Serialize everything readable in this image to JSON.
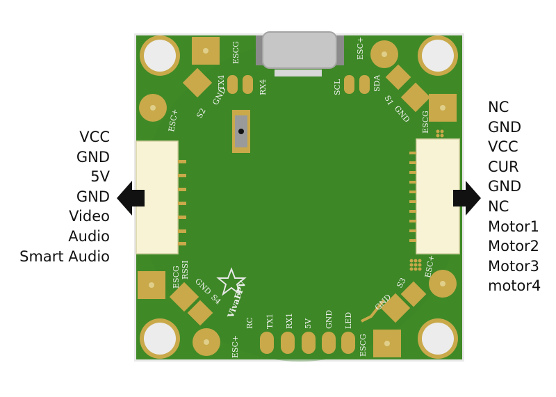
{
  "left_connector": {
    "pins": [
      "VCC",
      "GND",
      "5V",
      "GND",
      "Video",
      "Audio",
      "Smart Audio"
    ]
  },
  "right_connector": {
    "pins": [
      "NC",
      "GND",
      "VCC",
      "CUR",
      "GND",
      "NC",
      "Motor1",
      "Motor2",
      "Motor3",
      "motor4"
    ]
  },
  "board": {
    "logo": "VivaFPV",
    "silkscreen": {
      "top_escg": "ESCG",
      "top_esc_plus_right": "ESC+",
      "tx4": "TX4",
      "rx4": "RX4",
      "gnd_top_left": "GND",
      "s2": "S2",
      "esc_plus_left": "ESC+",
      "scl": "SCL",
      "sda": "SDA",
      "s1": "S1",
      "gnd_top_right": "GND",
      "escg_right": "ESCG",
      "escg_left_bottom": "ESCG",
      "rssi": "RSSI",
      "gnd_bottom_left": "GND",
      "s4": "S4",
      "esc_plus_bottom_left": "ESC+",
      "rc": "RC",
      "tx1": "TX1",
      "rx1": "RX1",
      "five_v": "5V",
      "gnd_bottom": "GND",
      "led": "LED",
      "escg_bottom": "ESCG",
      "gnd_bottom_right": "GND",
      "s3": "S3",
      "esc_plus_bottom_right": "ESC+"
    }
  },
  "colors": {
    "board": "#3f8a27",
    "pad_gold": "#c9a94a",
    "mount_hole": "#ececec",
    "connector": "#f7f3d4"
  }
}
